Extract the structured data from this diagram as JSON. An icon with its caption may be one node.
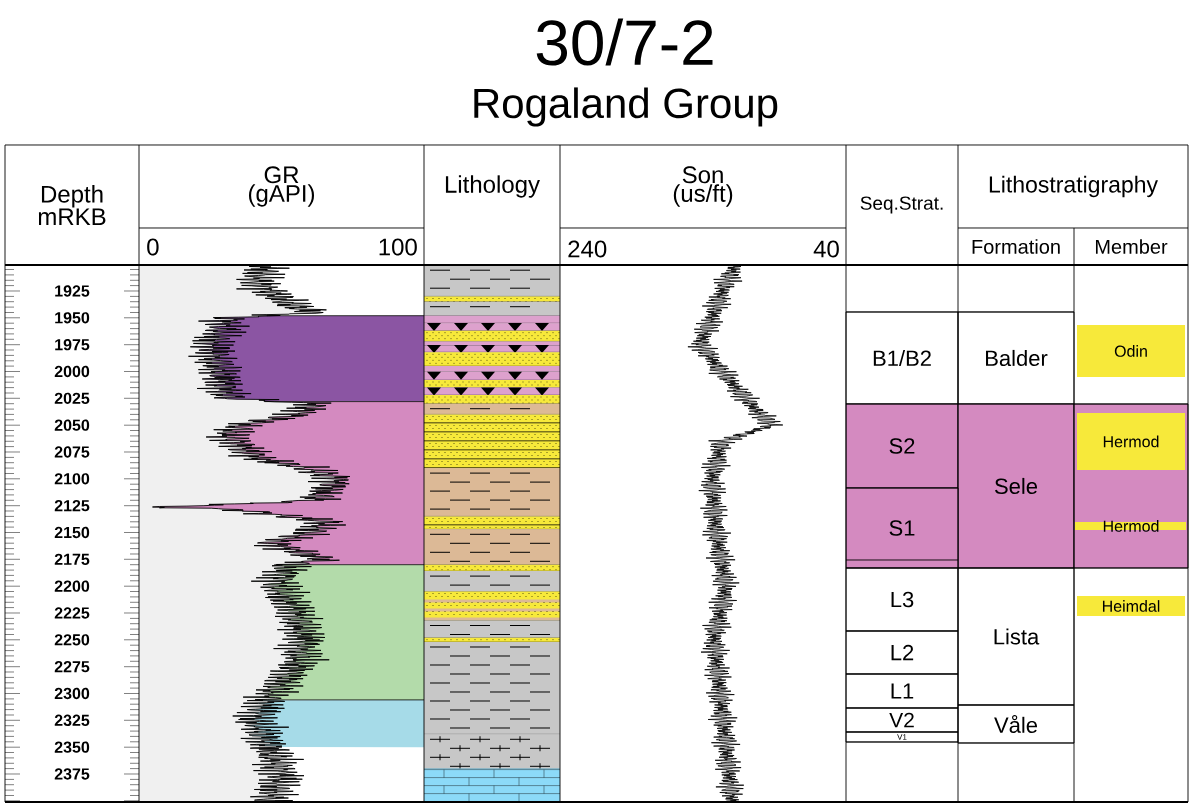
{
  "diagram": {
    "title": "30/7-2",
    "nodes": [
      {
        "text": [
          "Depth mRKB"
        ]
      },
      {
        "text": [
          "GR (gAPI)"
        ]
      },
      {
        "text": [
          "Lithology"
        ]
      },
      {
        "text": [
          "Son (us/ft)"
        ]
      },
      {
        "text": [
          "Seq.Strat."
        ]
      },
      {
        "text": [
          "Lithostratigraphy"
        ]
      },
      {
        "text": [
          "Formation"
        ]
      },
      {
        "text": [
          "Member"
        ]
      },
      {
        "text": [
          "B1/B2"
        ]
      },
      {
        "text": [
          "Balder"
        ]
      },
      {
        "text": [
          "Odin"
        ]
      },
      {
        "text": [
          "S2"
        ]
      },
      {
        "text": [
          "Sele"
        ]
      },
      {
        "text": [],
        "shape": "band"
      },
      {
        "text": [
          "Hermod"
        ],
        "in": 13
      },
      {
        "text": [
          "S1"
        ]
      },
      {
        "text": [
          "Hermod"
        ],
        "in": 13
      },
      {
        "text": [
          "L3"
        ]
      },
      {
        "text": [
          "Heimdal"
        ]
      },
      {
        "text": [
          "Lista"
        ]
      },
      {
        "text": [
          "L2"
        ]
      },
      {
        "text": [
          "L1"
        ]
      },
      {
        "text": [
          "V2"
        ]
      },
      {
        "text": [
          "Våle"
        ]
      },
      {
        "text": [
          "V1"
        ]
      }
    ],
    "labels": [
      "Rogaland Group",
      "0",
      "100",
      "240",
      "40",
      "1925",
      "1950",
      "1975",
      "2000",
      "2025",
      "2050",
      "2075",
      "2100",
      "2125",
      "2150",
      "2175",
      "2200",
      "2225",
      "2250",
      "2275",
      "2300",
      "2325",
      "2350",
      "2375"
    ]
  }
}
